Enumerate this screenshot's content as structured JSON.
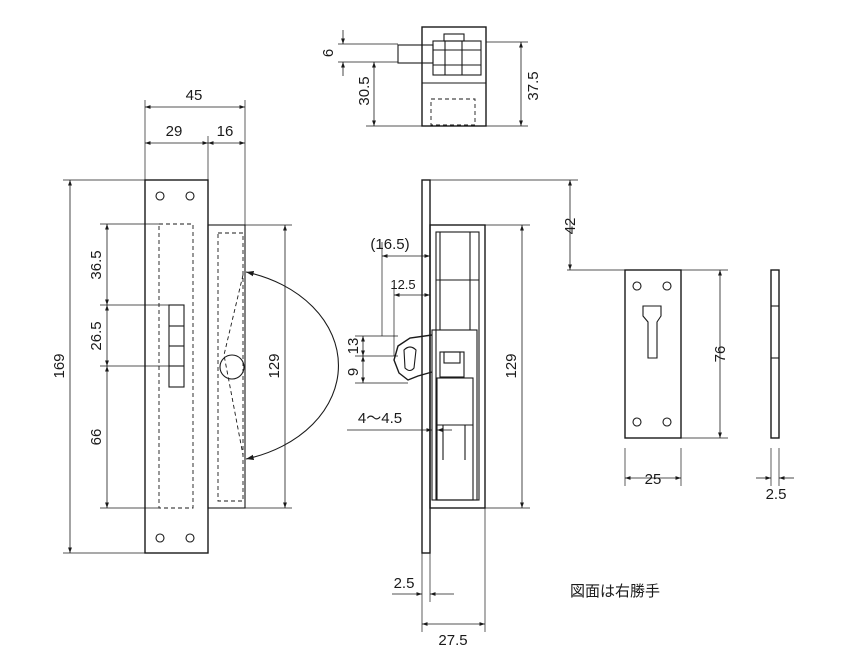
{
  "dimensions": {
    "top_view": {
      "d6": "6",
      "d30_5": "30.5",
      "d37_5": "37.5"
    },
    "front_view": {
      "width_45": "45",
      "width_29": "29",
      "width_16": "16",
      "height_169": "169",
      "d36_5": "36.5",
      "d26_5": "26.5",
      "d66": "66",
      "d129": "129"
    },
    "side_view": {
      "d16_5": "(16.5)",
      "d12_5": "12.5",
      "d9": "9",
      "d13": "13",
      "d4_4_5": "4～4.5",
      "d129": "129",
      "d2_5": "2.5",
      "d27_5": "27.5",
      "d42": "42"
    },
    "strike_plate": {
      "d76": "76",
      "d25": "25",
      "d2_5": "2.5"
    }
  },
  "note": "図面は右勝手"
}
